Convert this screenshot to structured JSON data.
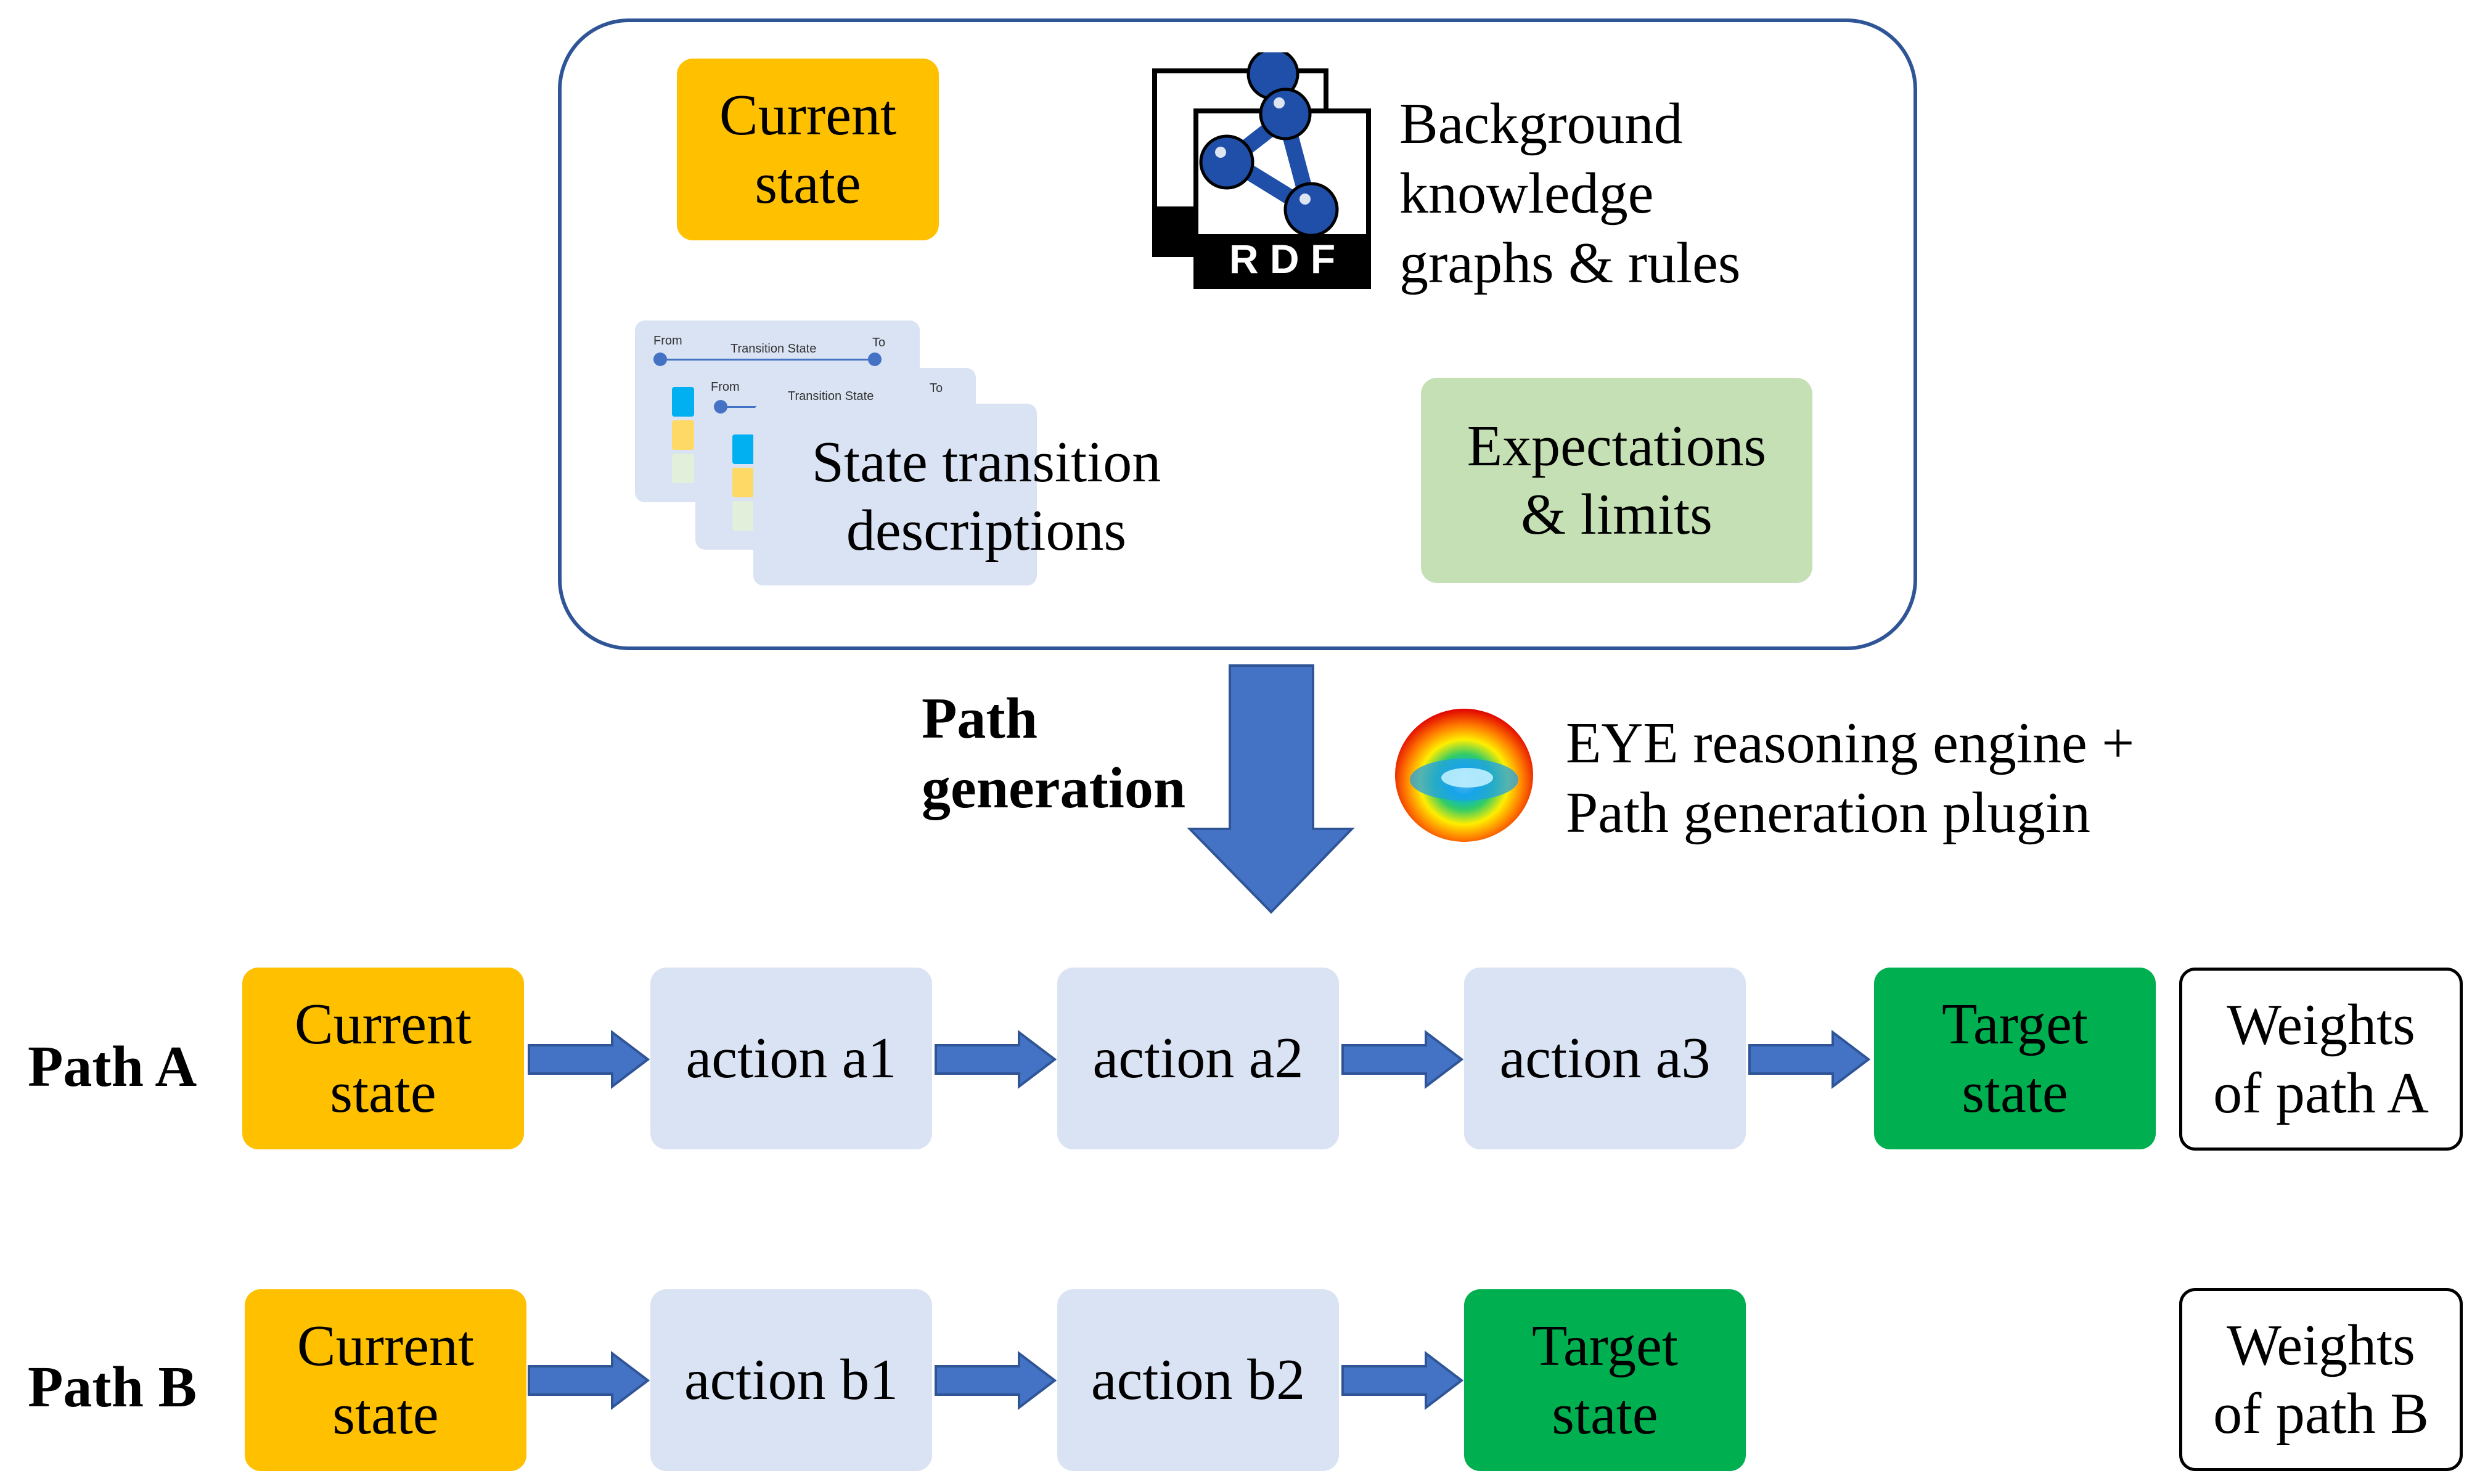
{
  "context": {
    "current_state": "Current\nstate",
    "rdf_logo_text": "R D F",
    "background_knowledge": "Background\nknowledge\ngraphs & rules",
    "card": {
      "from": "From",
      "title": "Transition State",
      "to": "To"
    },
    "state_transition": "State transition\ndescriptions",
    "expectations": "Expectations\n& limits"
  },
  "generation": {
    "label": "Path\ngeneration",
    "engine": "EYE reasoning engine +\nPath generation plugin"
  },
  "path_a": {
    "label": "Path A",
    "current_state": "Current\nstate",
    "actions": [
      "action a1",
      "action a2",
      "action a3"
    ],
    "target_state": "Target\nstate",
    "weights": "Weights\nof path A"
  },
  "path_b": {
    "label": "Path B",
    "current_state": "Current\nstate",
    "actions": [
      "action b1",
      "action b2"
    ],
    "target_state": "Target\nstate",
    "weights": "Weights\nof path B"
  },
  "colors": {
    "current_state": "#FFC000",
    "action": "#DAE3F3",
    "target_state": "#00B050",
    "expectations": "#C5E0B4",
    "arrow": "#4472C4",
    "context_border": "#2F5597"
  },
  "icons": [
    "rdf-logo-icon",
    "eye-engine-icon",
    "arrow-right-icon",
    "arrow-down-icon"
  ]
}
